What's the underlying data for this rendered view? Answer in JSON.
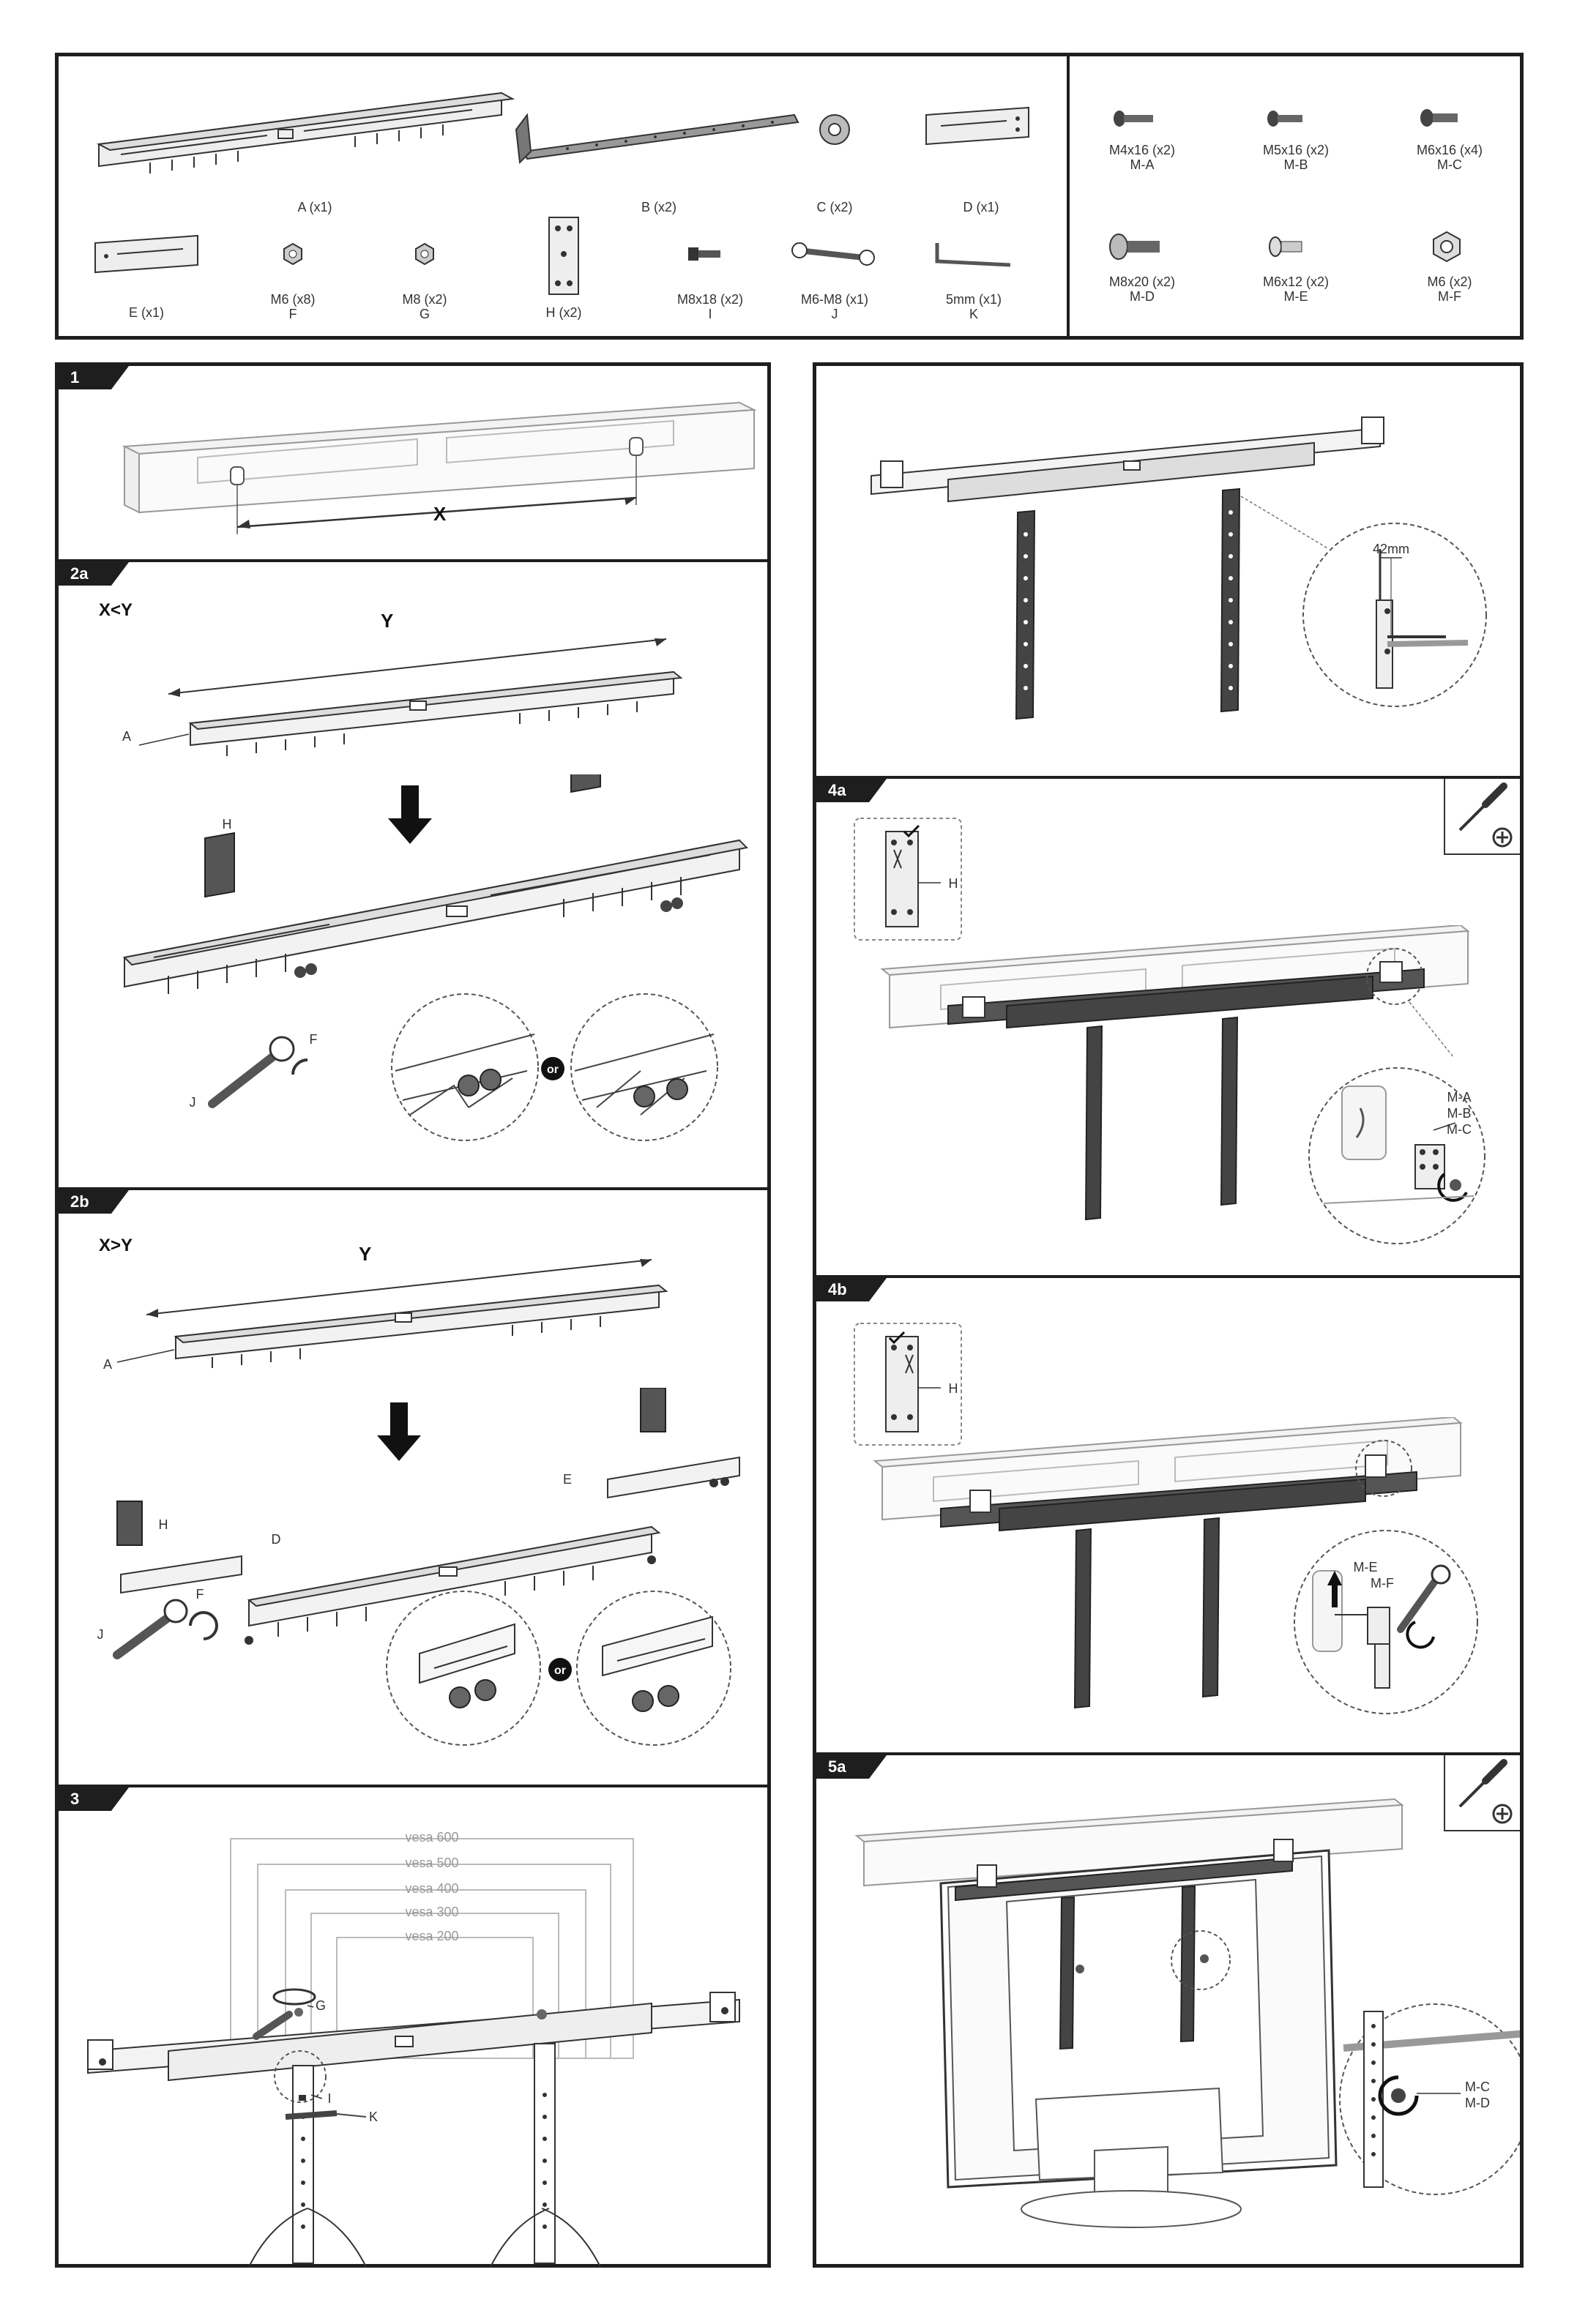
{
  "parts": [
    {
      "name": "A (x1)"
    },
    {
      "name": "B (x2)"
    },
    {
      "name": "C (x2)"
    },
    {
      "name": "D (x1)"
    },
    {
      "name": "E (x1)"
    },
    {
      "name": "M6 (x8)",
      "code": "F"
    },
    {
      "name": "M8 (x2)",
      "code": "G"
    },
    {
      "name": "H (x2)"
    },
    {
      "name": "M8x18 (x2)",
      "code": "I"
    },
    {
      "name": "M6-M8 (x1)",
      "code": "J"
    },
    {
      "name": "5mm (x1)",
      "code": "K"
    }
  ],
  "screws": [
    {
      "name": "M4x16 (x2)",
      "code": "M-A"
    },
    {
      "name": "M5x16 (x2)",
      "code": "M-B"
    },
    {
      "name": "M6x16 (x4)",
      "code": "M-C"
    },
    {
      "name": "M8x20 (x2)",
      "code": "M-D"
    },
    {
      "name": "M6x12 (x2)",
      "code": "M-E"
    },
    {
      "name": "M6 (x2)",
      "code": "M-F"
    }
  ],
  "steps": {
    "s1": {
      "num": "1",
      "dim": "X"
    },
    "s2a": {
      "num": "2a",
      "cond": "X<Y",
      "dim": "Y",
      "a": "A",
      "h": "H",
      "f": "F",
      "j": "J",
      "or": "or"
    },
    "s2b": {
      "num": "2b",
      "cond": "X>Y",
      "dim": "Y",
      "a": "A",
      "e": "E",
      "h": "H",
      "d": "D",
      "f": "F",
      "j": "J",
      "or": "or"
    },
    "s3": {
      "num": "3",
      "vesa": [
        "vesa 600",
        "vesa 500",
        "vesa 400",
        "vesa 300",
        "vesa 200"
      ],
      "g": "G",
      "i": "I",
      "k": "K"
    },
    "s3b": {
      "measure": "42mm"
    },
    "s4a": {
      "num": "4a",
      "h": "H",
      "ma": "M-A",
      "mb": "M-B",
      "mc": "M-C"
    },
    "s4b": {
      "num": "4b",
      "h": "H",
      "me": "M-E",
      "mf": "M-F"
    },
    "s5a": {
      "num": "5a",
      "mc": "M-C",
      "md": "M-D"
    }
  }
}
